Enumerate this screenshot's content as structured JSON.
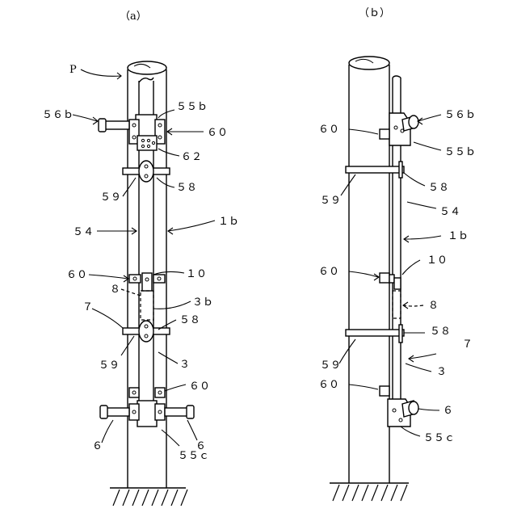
{
  "panels": [
    {
      "caption": "（a）",
      "labels": {
        "P": "P",
        "l56b": "５６ｂ",
        "l55b": "５５ｂ",
        "l60top": "６０",
        "l62": "６２",
        "l59top": "５９",
        "l58top": "５８",
        "l1b": "１ｂ",
        "l54": "５４",
        "l60mid": "６０",
        "l10": "１０",
        "l8": "８",
        "l3b": "３ｂ",
        "l7": "７",
        "l58mid": "５８",
        "l59mid": "５９",
        "l3": "３",
        "l60bot": "６０",
        "l6left": "６",
        "l6right": "６",
        "l55c": "５５ｃ"
      }
    },
    {
      "caption": "（ｂ）",
      "labels": {
        "l56b": "５６ｂ",
        "l60top": "６０",
        "l55b": "５５ｂ",
        "l58top": "５８",
        "l59top": "５９",
        "l54": "５４",
        "l1b": "１ｂ",
        "l60mid": "６０",
        "l10": "１０",
        "l8": "８",
        "l58mid": "５８",
        "l7": "７",
        "l59mid": "５９",
        "l3": "３",
        "l60bot": "６０",
        "l6": "６",
        "l55c": "５５ｃ"
      }
    }
  ]
}
